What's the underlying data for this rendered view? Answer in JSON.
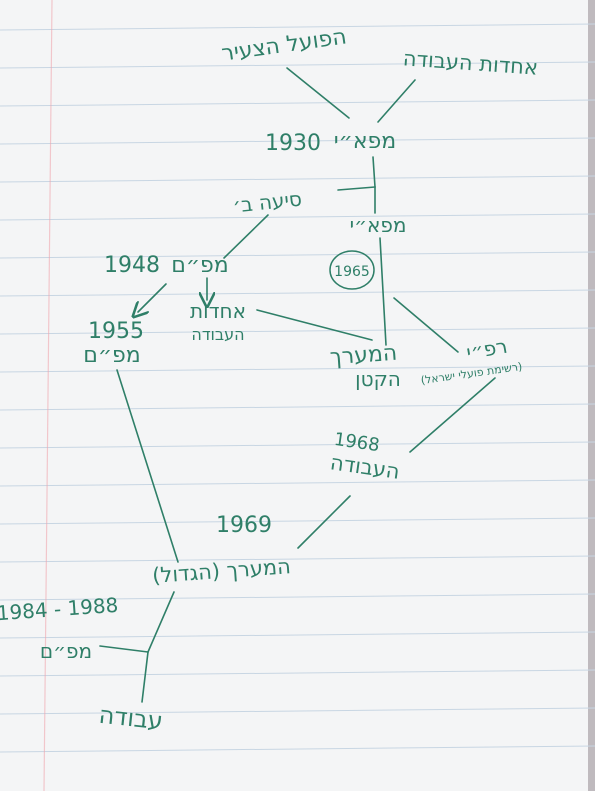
{
  "colors": {
    "paper": "#f4f5f6",
    "paper_shadow": "#d7d9db",
    "rule_line": "#c8d6e3",
    "margin_line": "#f0a7b0",
    "ink": "#2f7f68",
    "right_edge": "#5b4d56"
  },
  "nodes": {
    "hapoel_hatsair": "הפועל הצעיר",
    "achdut_haavoda": "אחדות העבודה",
    "mapai": "מפא״י",
    "mapai_year": "1930",
    "siaa_bet": "סיעה ב׳",
    "mapam": "מפ״ם",
    "mapam_year": "1948",
    "mapai_2": "מפא״י",
    "mapai_2_year": "1965",
    "achdut_haavoda_2_line1": "אחדות",
    "achdut_haavoda_2_line2": "העבודה",
    "mapam_2": "מפ״ם",
    "mapam_2_year": "1955",
    "maarach_line1": "המערך",
    "maarach_line2": "הקטן",
    "rafi_line1": "רפ״י",
    "rafi_line2": "(רשימת פועלי ישראל)",
    "avoda": "העבודה",
    "avoda_year": "1968",
    "maarach_big_year": "1969",
    "maarach_big": "המערך (הגדול)",
    "split_years": "1984 - 1988",
    "mapam_3": "מפ״ם",
    "final_avoda": "עבודה"
  }
}
